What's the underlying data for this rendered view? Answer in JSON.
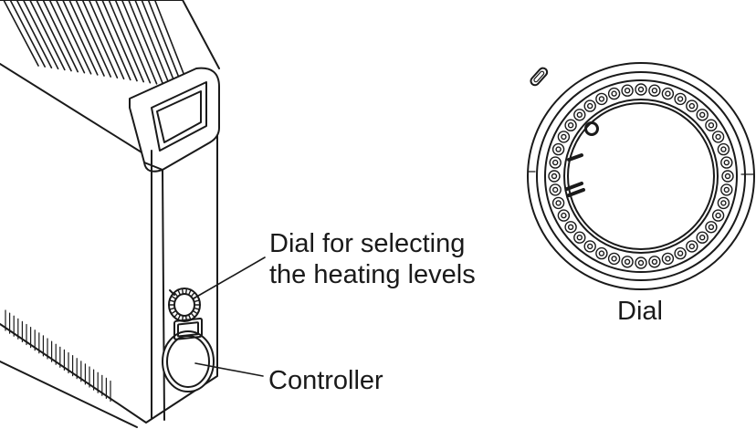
{
  "labels": {
    "dial_line1": "Dial for selecting",
    "dial_line2": "the heating levels",
    "controller": "Controller",
    "dial_caption": "Dial"
  },
  "dial_marks": [
    "O",
    "I",
    "II"
  ],
  "colors": {
    "stroke": "#1a1a1a",
    "background": "#ffffff"
  },
  "icons": [
    "heater-illustration",
    "dial-knob-icon",
    "controller-icon",
    "dial-closeup-icon",
    "indicator-pin-icon"
  ]
}
